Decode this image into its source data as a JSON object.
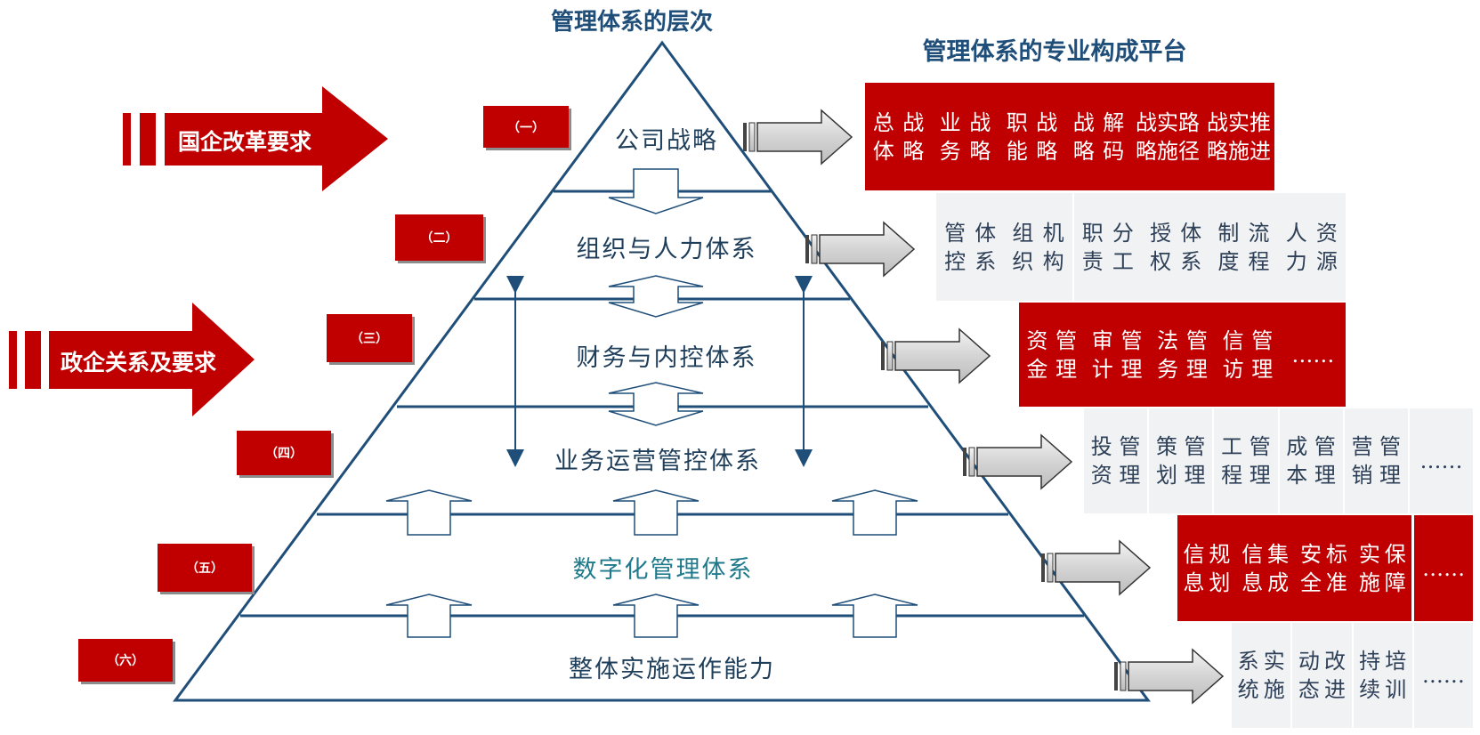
{
  "titles": {
    "pyramid": "管理体系的层次",
    "platform": "管理体系的专业构成平台"
  },
  "drivers": [
    {
      "label": "国企改革要求"
    },
    {
      "label": "政企关系及要求"
    }
  ],
  "levels": [
    {
      "tag": "（一）",
      "label": "公司战略",
      "color": "#1f3e5a"
    },
    {
      "tag": "（二）",
      "label": "组织与人力体系",
      "color": "#1f3e5a"
    },
    {
      "tag": "（三）",
      "label": "财务与内控体系",
      "color": "#1f3e5a"
    },
    {
      "tag": "（四）",
      "label": "业务运营管控体系",
      "color": "#1f3e5a"
    },
    {
      "tag": "（五）",
      "label": "数字化管理体系",
      "color": "#1f7a8c"
    },
    {
      "tag": "（六）",
      "label": "整体实施运作能力",
      "color": "#1f3e5a"
    }
  ],
  "platforms": [
    {
      "style": "red",
      "cells": [
        [
          "总体",
          "战略"
        ],
        [
          "业务",
          "战略"
        ],
        [
          "职能",
          "战略"
        ],
        [
          "战略",
          "解码"
        ],
        [
          "战略",
          "实施",
          "路径"
        ],
        [
          "战略",
          "实施",
          "推进"
        ]
      ]
    },
    {
      "style": "grey",
      "cells": [
        [
          "管控",
          "体系"
        ],
        [
          "组织",
          "机构"
        ],
        [
          "职责",
          "分工"
        ],
        [
          "授权",
          "体系"
        ],
        [
          "制度",
          "流程"
        ],
        [
          "人力",
          "资源"
        ]
      ]
    },
    {
      "style": "red",
      "cells": [
        [
          "资金",
          "管理"
        ],
        [
          "审计",
          "管理"
        ],
        [
          "法务",
          "管理"
        ],
        [
          "信访",
          "管理"
        ],
        [
          "……"
        ]
      ]
    },
    {
      "style": "grey",
      "cells": [
        [
          "投资",
          "管理"
        ],
        [
          "策划",
          "管理"
        ],
        [
          "工程",
          "管理"
        ],
        [
          "成本",
          "管理"
        ],
        [
          "营销",
          "管理"
        ],
        [
          "……"
        ]
      ]
    },
    {
      "style": "red",
      "cells": [
        [
          "信息",
          "规划"
        ],
        [
          "信息",
          "集成"
        ],
        [
          "安全",
          "标准"
        ],
        [
          "实施",
          "保障"
        ],
        [
          "……"
        ]
      ]
    },
    {
      "style": "grey",
      "cells": [
        [
          "系统",
          "实施"
        ],
        [
          "动态",
          "改进"
        ],
        [
          "持续",
          "培训"
        ],
        [
          "……"
        ]
      ]
    }
  ]
}
